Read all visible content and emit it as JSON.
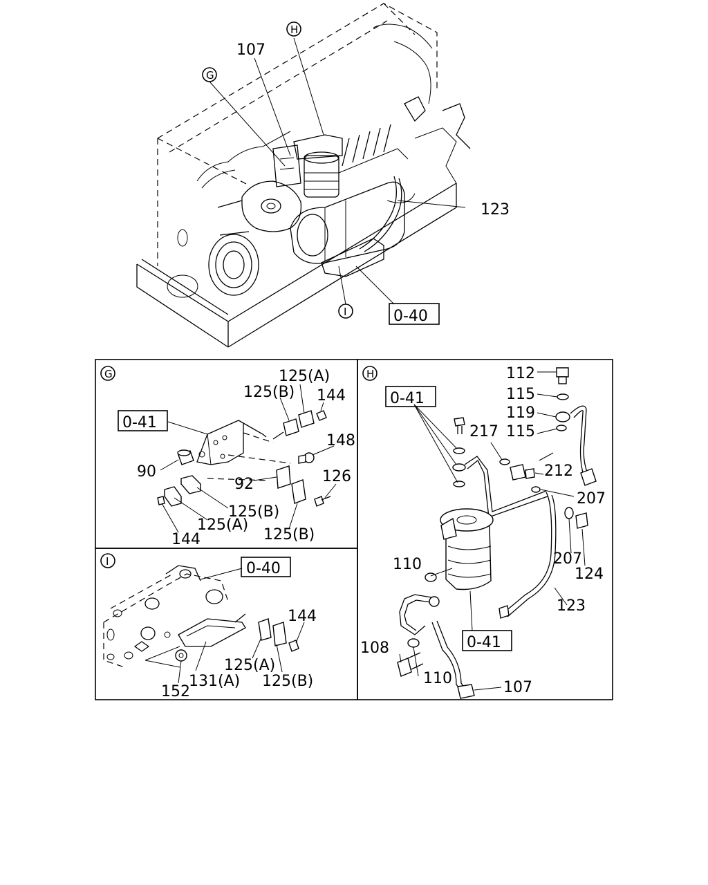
{
  "overview": {
    "callouts": {
      "ref_107": "107",
      "ref_123": "123",
      "ref_040": "0-40",
      "detail_g": "G",
      "detail_h": "H",
      "detail_i": "I"
    }
  },
  "panel_g": {
    "tag": "G",
    "labels": {
      "ref_041": "0-41",
      "p125a_top": "125(A)",
      "p125b_top": "125(B)",
      "p144_top": "144",
      "p148": "148",
      "p90": "90",
      "p92": "92",
      "p126": "126",
      "p125b_mid": "125(B)",
      "p125a_mid": "125(A)",
      "p144_bot": "144",
      "p125b_bot": "125(B)"
    }
  },
  "panel_h": {
    "tag": "H",
    "labels": {
      "ref_041_top": "0-41",
      "p112": "112",
      "p115_a": "115",
      "p119": "119",
      "p217": "217",
      "p115_b": "115",
      "p212": "212",
      "p207_a": "207",
      "p110_a": "110",
      "p207_b": "207",
      "p124": "124",
      "p123": "123",
      "p108": "108",
      "ref_041_bot": "0-41",
      "p110_b": "110",
      "p107": "107"
    }
  },
  "panel_i": {
    "tag": "I",
    "labels": {
      "ref_040": "0-40",
      "p144": "144",
      "p125a": "125(A)",
      "p131a": "131(A)",
      "p125b": "125(B)",
      "p152": "152"
    }
  }
}
